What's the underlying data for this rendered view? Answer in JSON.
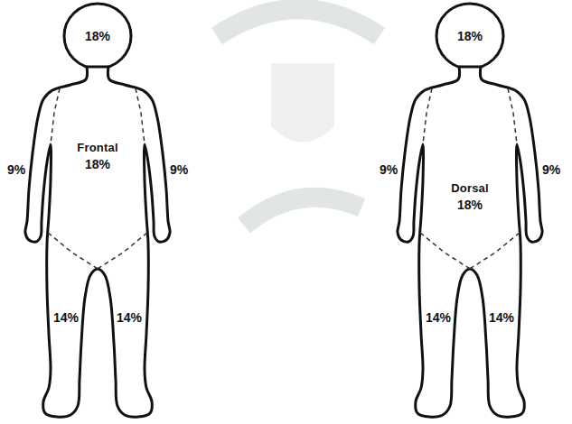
{
  "diagram": {
    "labels": [
      "18%",
      "9%",
      "Frontal",
      "18%",
      "9%",
      "14%",
      "14%",
      "18%",
      "9%",
      "Dorsal",
      "18%",
      "9%",
      "14%",
      "14%"
    ]
  }
}
